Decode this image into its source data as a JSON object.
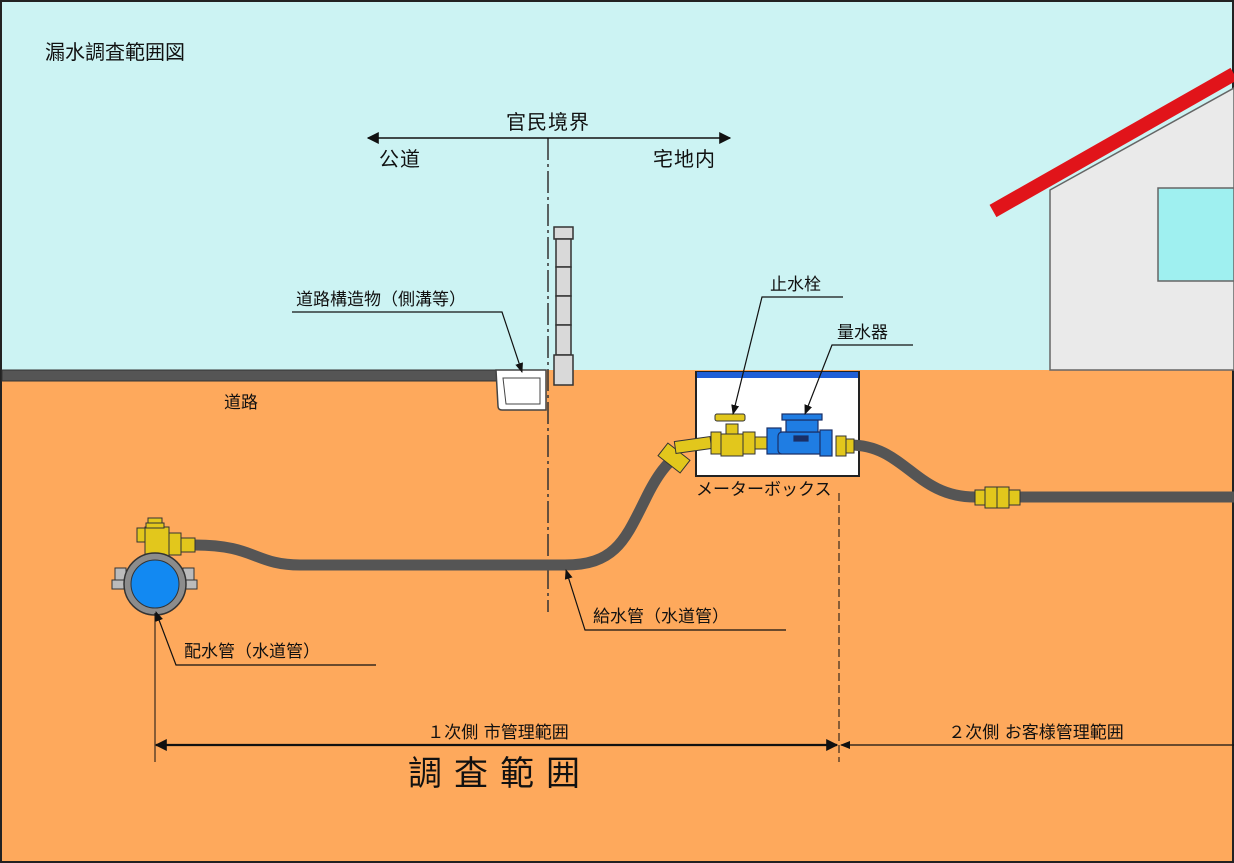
{
  "title": "漏水調査範囲図",
  "boundary": {
    "label": "官民境界",
    "left_label": "公道",
    "right_label": "宅地内"
  },
  "labels": {
    "road_structure": "道路構造物（側溝等）",
    "road": "道路",
    "stop_valve": "止水栓",
    "water_meter": "量水器",
    "meter_box": "メーターボックス",
    "service_pipe": "給水管（水道管）",
    "distribution_main": "配水管（水道管）"
  },
  "range": {
    "primary": "１次側  市管理範囲",
    "secondary": "２次側  お客様管理範囲",
    "investigation": "調査範囲"
  },
  "colors": {
    "sky": "#ccf3f3",
    "ground": "#fea95c",
    "pipe": "#555555",
    "brass": "#e2c71c",
    "meter_blue": "#1f7de3",
    "main_blue": "#1289f2",
    "roof": "#e1141a",
    "house_wall": "#eaeaea",
    "window": "#9ff0f0"
  }
}
